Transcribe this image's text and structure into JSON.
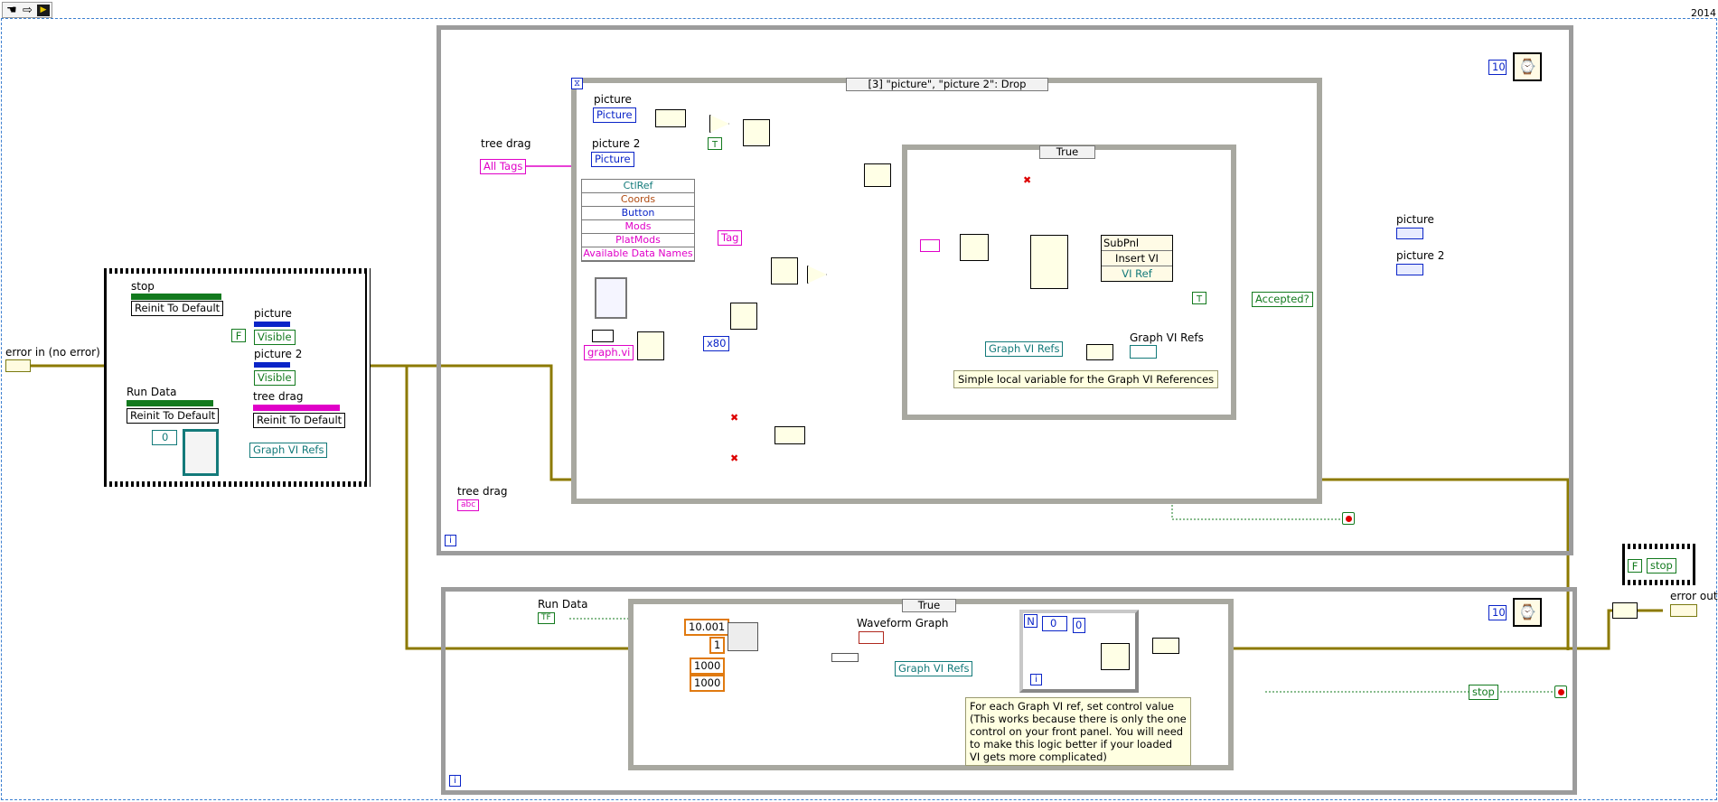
{
  "version_label": "2014",
  "toolbar": {
    "icons": [
      "operate-hand-icon",
      "arrow-icon",
      "run-icon"
    ]
  },
  "terminals": {
    "error_in": "error in (no error)",
    "error_out": "error out"
  },
  "init_sequence": {
    "stop_label": "stop",
    "stop_method": "Reinit To Default",
    "picture_label": "picture",
    "picture_visible": "Visible",
    "picture2_label": "picture 2",
    "picture2_visible": "Visible",
    "false_const": "F",
    "run_data_label": "Run Data",
    "run_data_method": "Reinit To Default",
    "tree_drag_label": "tree drag",
    "tree_drag_method": "Reinit To Default",
    "zero_const": "0",
    "graph_vi_refs": "Graph VI Refs"
  },
  "event_loop": {
    "event_selector": "[3] \"picture\", \"picture 2\": Drop",
    "tree_drag_label": "tree drag",
    "all_tags": "All Tags",
    "picture_label": "picture",
    "picture_ref": "Picture",
    "picture2_label": "picture 2",
    "picture2_ref": "Picture",
    "event_data": [
      "CtlRef",
      "Coords",
      "Button",
      "Mods",
      "PlatMods",
      "Available Data Names"
    ],
    "true_const": "T",
    "tag_local": "Tag",
    "graph_vi": "graph.vi",
    "x80": "x80",
    "case_selector": "True",
    "subpanel_prop": [
      "SubPnl",
      "Insert VI",
      "VI Ref"
    ],
    "graph_vi_refs_local": "Graph VI Refs",
    "graph_vi_refs_label": "Graph VI Refs",
    "comment": "Simple local variable for the Graph VI References",
    "accepted_const": "T",
    "accepted_label": "Accepted?",
    "tree_drag_bottom_label": "tree drag",
    "tree_drag_bottom_const": "abc",
    "wait_ms": "10",
    "picture_right_label": "picture",
    "picture2_right_label": "picture 2"
  },
  "data_loop": {
    "run_data_label": "Run Data",
    "run_data_const": "TF",
    "case_selector": "True",
    "waveform_graph_label": "Waveform Graph",
    "sine_freq": "10.001",
    "amp": "1",
    "samples_a": "1000",
    "samples_b": "1000",
    "graph_vi_refs_local": "Graph VI Refs",
    "for_loop_n": "N",
    "zero_const_a": "0",
    "zero_const_b": "0",
    "comment": "For each Graph VI ref, set control value\n(This works because there is only the one\ncontrol on your front panel. You will need\nto make this logic better if your loaded\nVI gets more complicated)",
    "wait_ms": "10",
    "stop_local": "stop"
  },
  "final_sequence": {
    "false_const": "F",
    "stop_local": "stop"
  },
  "colors": {
    "error_wire": "#8c7a00",
    "ref_wire": "#137a7a",
    "string_wire": "#e000c8",
    "numeric_wire": "#0a24c8",
    "bool_wire": "#137a1e",
    "waveform_wire": "#b0281e"
  }
}
